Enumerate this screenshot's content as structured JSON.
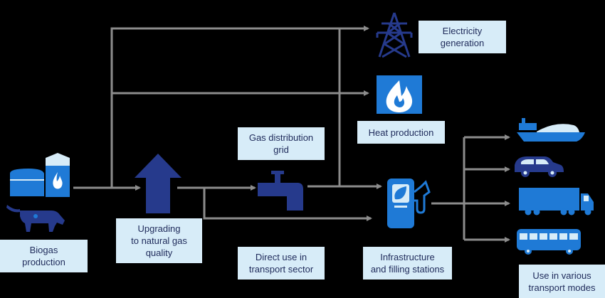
{
  "labels": {
    "biogas": "Biogas\nproduction",
    "upgrading": "Upgrading\nto natural gas\nquality",
    "gas_grid": "Gas distribution\ngrid",
    "direct_use": "Direct use in\ntransport sector",
    "electricity": "Electricity\ngeneration",
    "heat": "Heat production",
    "infrastructure": "Infrastructure\nand filling stations",
    "transport_modes": "Use in various\ntransport modes"
  },
  "colors": {
    "background": "#000000",
    "arrow": "#8c8c8c",
    "icon_dark": "#263a8c",
    "icon_blue": "#1f7ad6",
    "label_bg": "#d7ecf8",
    "label_text": "#1e2a5a"
  },
  "icons": [
    "biogas-plant-icon",
    "cow-icon",
    "upgrade-arrow-icon",
    "tap-icon",
    "power-pylon-icon",
    "flame-icon",
    "fuel-pump-icon",
    "ship-icon",
    "car-icon",
    "truck-icon",
    "bus-icon"
  ]
}
